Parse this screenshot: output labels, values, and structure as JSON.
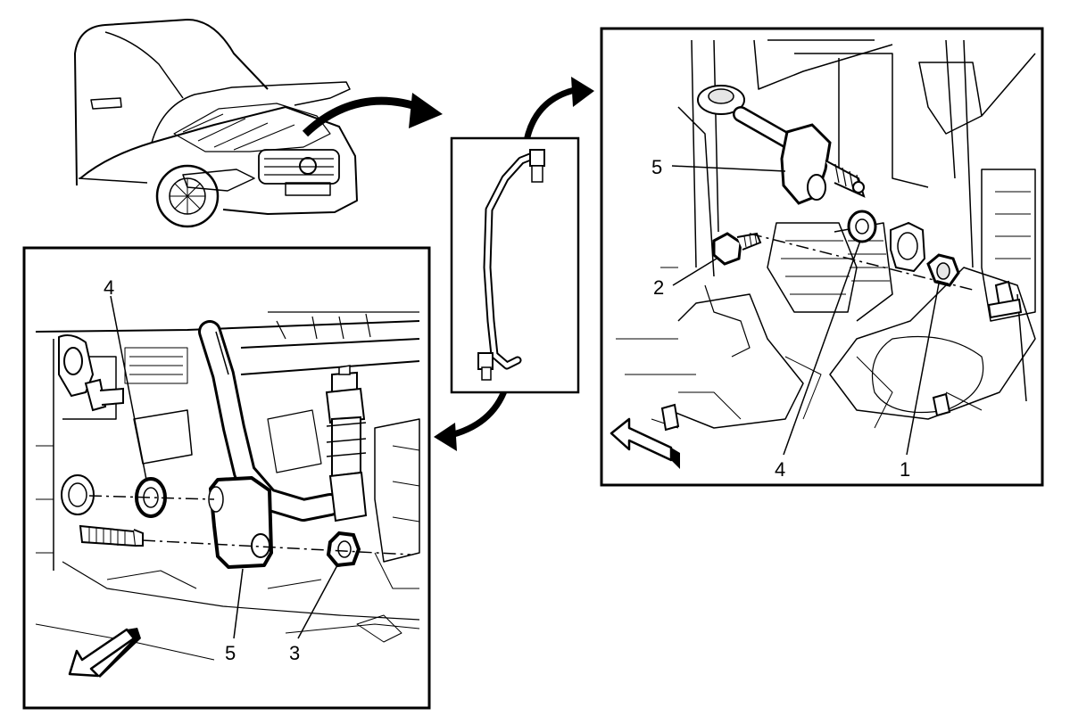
{
  "callouts": {
    "right": {
      "c5": "5",
      "c2": "2",
      "c4": "4",
      "c1": "1"
    },
    "left": {
      "c4": "4",
      "c5": "5",
      "c3": "3"
    }
  },
  "colors": {
    "line": "#000000",
    "paper": "#ffffff",
    "shade": "#e6e6e6"
  }
}
